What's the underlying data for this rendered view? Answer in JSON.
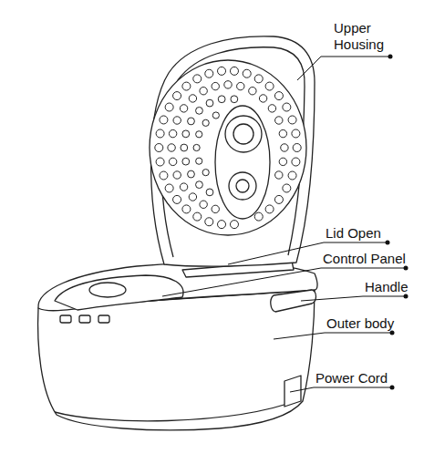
{
  "diagram": {
    "labels": [
      "Upper Housing",
      "Lid Open",
      "Control Panel",
      "Handle",
      "Outer body",
      "Power Cord"
    ]
  }
}
